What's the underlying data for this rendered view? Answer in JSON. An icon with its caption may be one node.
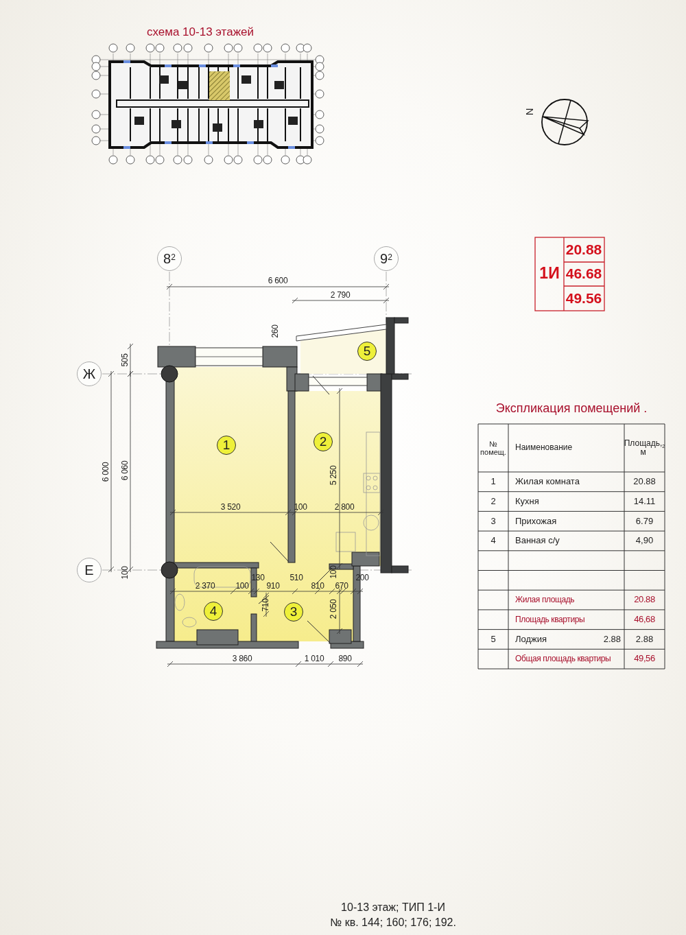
{
  "diagram": {
    "nodes": [
      {
        "text": [
          "8$^{2}$"
        ]
      },
      {
        "text": [
          "9$^{2}$"
        ]
      },
      {
        "text": [
          "Ж"
        ]
      },
      {
        "text": [
          "Е"
        ]
      },
      {
        "text": [
          "1"
        ]
      },
      {
        "text": [
          "2"
        ]
      },
      {
        "text": [
          "3"
        ]
      },
      {
        "text": [
          "4"
        ]
      },
      {
        "text": [
          "5"
        ]
      }
    ],
    "labels": [
      "схема 10-13 этажей",
      "N",
      "1И",
      "20.88",
      "46.68",
      "49.56",
      "6 600",
      "2 790",
      "260",
      "505",
      "6 000",
      "6 060",
      "100",
      "5 250",
      "3 520",
      "100",
      "2 800",
      "130",
      "510",
      "100",
      "200",
      "2 370",
      "100",
      "910",
      "810",
      "670",
      "710",
      "2 050",
      "3 860",
      "1 010",
      "890",
      "Экспликация помещений .",
      "№ помещ.",
      "Наименование",
      "Площадь, м$^{2}$",
      "1",
      "Жилая комната",
      "20.88",
      "2",
      "Кухня",
      "14.11",
      "3",
      "Прихожая",
      "6.79",
      "4",
      "Ванная с/у",
      "4,90",
      "Жилая площадь",
      "20.88",
      "Площадь квартиры",
      "46,68",
      "5",
      "Лоджия",
      "2.88",
      "2.88",
      "Общая площадь квартиры",
      "49,56",
      "10-13 этаж; ТИП 1-И",
      "№ кв. 144; 160; 176; 192."
    ]
  }
}
